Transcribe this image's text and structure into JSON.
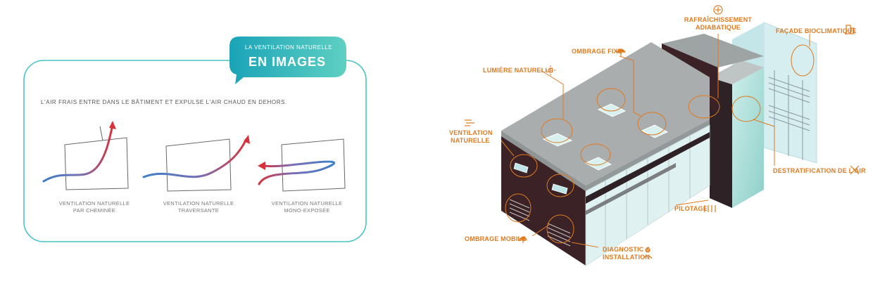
{
  "left_panel": {
    "badge_line1": "LA VENTILATION NATURELLE",
    "badge_line2": "EN IMAGES",
    "subtitle": "L'AIR FRAIS ENTRE DANS LE BÂTIMENT ET EXPULSE L'AIR CHAUD EN DEHORS.",
    "captions": [
      {
        "line1": "VENTILATION NATURELLE",
        "line2": "PAR CHEMINÉE"
      },
      {
        "line1": "VENTILATION NATURELLE",
        "line2": "TRAVERSANTE"
      },
      {
        "line1": "VENTILATION NATURELLE",
        "line2": "MONO-EXPOSÉE"
      }
    ]
  },
  "building": {
    "labels": {
      "rafraichissement_l1": "RAFRAÎCHISSEMENT",
      "rafraichissement_l2": "ADIABATIQUE",
      "facade": "FAÇADE BIOCLIMATIQUE",
      "ombrage_fixe": "OMBRAGE FIXE",
      "lumiere": "LUMIÈRE NATURELLE",
      "ventilation_l1": "VENTILATION",
      "ventilation_l2": "NATURELLE",
      "destratification": "DESTRATIFICATION DE L'AIR",
      "pilotage": "PILOTAGE",
      "ombrage_mobile": "OMBRAGE MOBILE",
      "diagnostic_l1": "DIAGNOSTIC &",
      "diagnostic_l2": "INSTALLATION"
    }
  },
  "colors": {
    "accent": "#e07a1f",
    "teal": "#2bb3c0",
    "dark_wall": "#3a2226",
    "roof": "#a9adad",
    "glass": "#a8dcd8"
  }
}
